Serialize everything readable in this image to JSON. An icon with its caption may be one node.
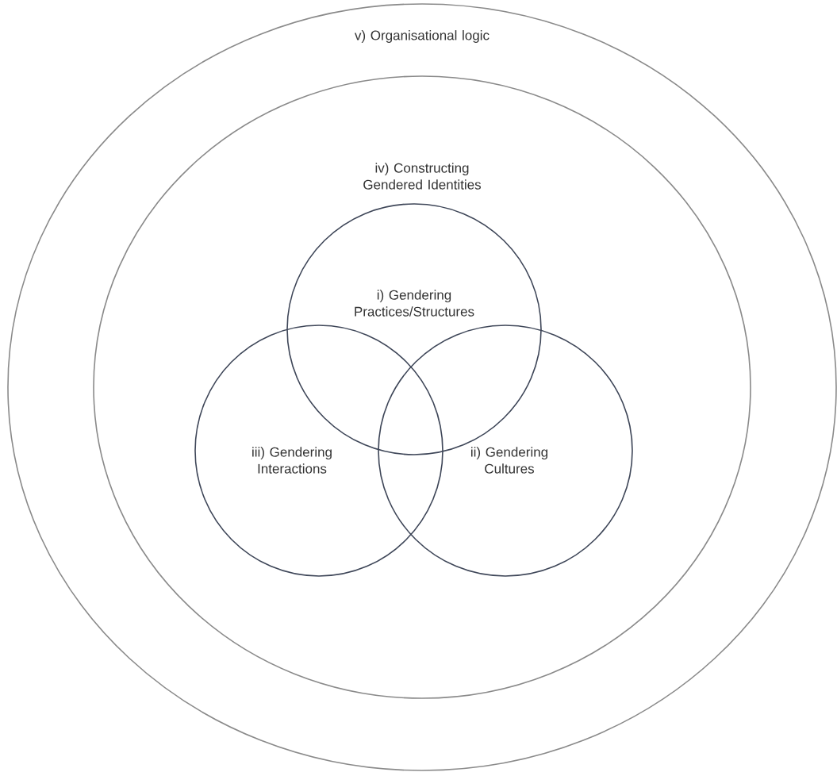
{
  "diagram": {
    "nodes": [
      {
        "text": [
          "v) Organisational logic"
        ]
      },
      {
        "text": [
          "iv) Constructing Gendered Identities"
        ],
        "in": 0
      },
      {
        "text": [
          "i) Gendering Practices/Structures"
        ],
        "in": 1
      },
      {
        "text": [
          "iii) Gendering Interactions"
        ],
        "in": 1
      },
      {
        "text": [
          "ii) Gendering Cultures"
        ],
        "in": 1
      }
    ]
  }
}
